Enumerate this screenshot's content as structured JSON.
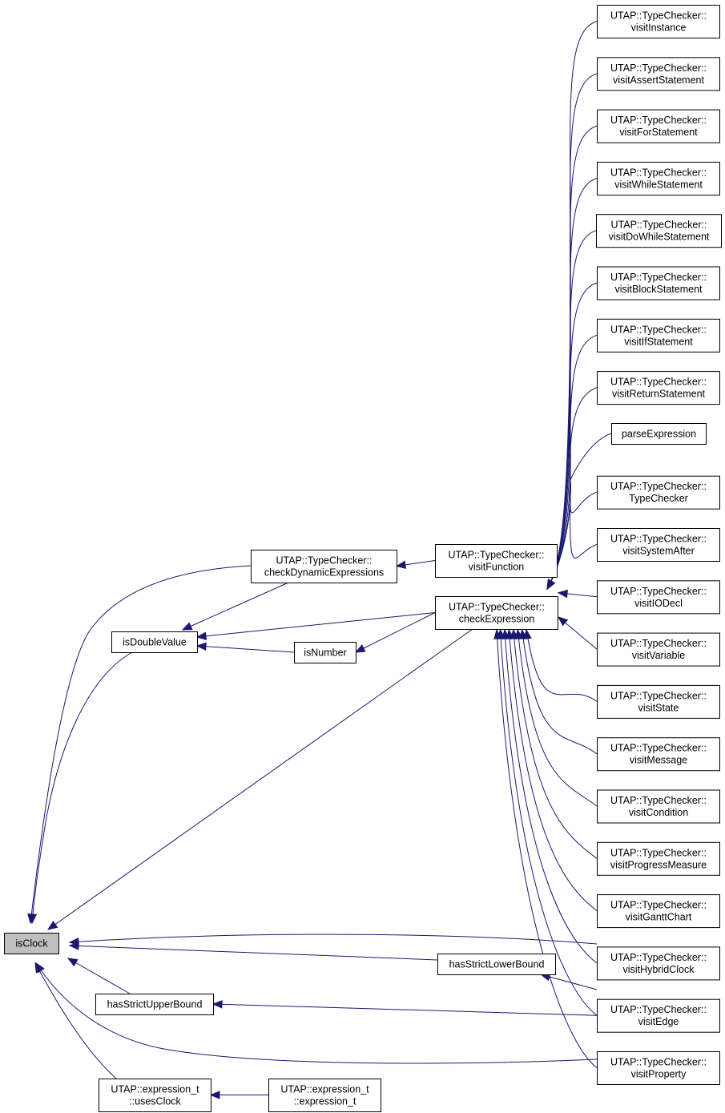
{
  "graph": {
    "edge_color": "#191970",
    "current_node_color": "#bfbfbf",
    "nodes": [
      {
        "id": "isClock",
        "lines": [
          "isClock"
        ],
        "current": true
      },
      {
        "id": "checkDynamicExpressions",
        "lines": [
          "UTAP::TypeChecker::",
          "checkDynamicExpressions"
        ]
      },
      {
        "id": "isDoubleValue",
        "lines": [
          "isDoubleValue"
        ]
      },
      {
        "id": "checkExpression",
        "lines": [
          "UTAP::TypeChecker::",
          "checkExpression"
        ]
      },
      {
        "id": "hasStrictUpperBound",
        "lines": [
          "hasStrictUpperBound"
        ]
      },
      {
        "id": "hasStrictLowerBound",
        "lines": [
          "hasStrictLowerBound"
        ]
      },
      {
        "id": "usesClock",
        "lines": [
          "UTAP::expression_t",
          "::usesClock"
        ]
      },
      {
        "id": "expression_t",
        "lines": [
          "UTAP::expression_t",
          "::expression_t"
        ]
      },
      {
        "id": "isNumber",
        "lines": [
          "isNumber"
        ]
      },
      {
        "id": "visitFunction",
        "lines": [
          "UTAP::TypeChecker::",
          "visitFunction"
        ]
      },
      {
        "id": "visitInstance",
        "lines": [
          "UTAP::TypeChecker::",
          "visitInstance"
        ]
      },
      {
        "id": "visitAssertStatement",
        "lines": [
          "UTAP::TypeChecker::",
          "visitAssertStatement"
        ]
      },
      {
        "id": "visitForStatement",
        "lines": [
          "UTAP::TypeChecker::",
          "visitForStatement"
        ]
      },
      {
        "id": "visitWhileStatement",
        "lines": [
          "UTAP::TypeChecker::",
          "visitWhileStatement"
        ]
      },
      {
        "id": "visitDoWhileStatement",
        "lines": [
          "UTAP::TypeChecker::",
          "visitDoWhileStatement"
        ]
      },
      {
        "id": "visitBlockStatement",
        "lines": [
          "UTAP::TypeChecker::",
          "visitBlockStatement"
        ]
      },
      {
        "id": "visitIfStatement",
        "lines": [
          "UTAP::TypeChecker::",
          "visitIfStatement"
        ]
      },
      {
        "id": "visitReturnStatement",
        "lines": [
          "UTAP::TypeChecker::",
          "visitReturnStatement"
        ]
      },
      {
        "id": "parseExpression",
        "lines": [
          "parseExpression"
        ]
      },
      {
        "id": "TypeChecker",
        "lines": [
          "UTAP::TypeChecker::",
          "TypeChecker"
        ]
      },
      {
        "id": "visitSystemAfter",
        "lines": [
          "UTAP::TypeChecker::",
          "visitSystemAfter"
        ]
      },
      {
        "id": "visitIODecl",
        "lines": [
          "UTAP::TypeChecker::",
          "visitIODecl"
        ]
      },
      {
        "id": "visitVariable",
        "lines": [
          "UTAP::TypeChecker::",
          "visitVariable"
        ]
      },
      {
        "id": "visitState",
        "lines": [
          "UTAP::TypeChecker::",
          "visitState"
        ]
      },
      {
        "id": "visitMessage",
        "lines": [
          "UTAP::TypeChecker::",
          "visitMessage"
        ]
      },
      {
        "id": "visitCondition",
        "lines": [
          "UTAP::TypeChecker::",
          "visitCondition"
        ]
      },
      {
        "id": "visitProgressMeasure",
        "lines": [
          "UTAP::TypeChecker::",
          "visitProgressMeasure"
        ]
      },
      {
        "id": "visitGanttChart",
        "lines": [
          "UTAP::TypeChecker::",
          "visitGanttChart"
        ]
      },
      {
        "id": "visitHybridClock",
        "lines": [
          "UTAP::TypeChecker::",
          "visitHybridClock"
        ]
      },
      {
        "id": "visitEdge",
        "lines": [
          "UTAP::TypeChecker::",
          "visitEdge"
        ]
      },
      {
        "id": "visitProperty",
        "lines": [
          "UTAP::TypeChecker::",
          "visitProperty"
        ]
      }
    ],
    "edges": [
      {
        "from": "checkDynamicExpressions",
        "to": "isClock"
      },
      {
        "from": "isDoubleValue",
        "to": "isClock"
      },
      {
        "from": "checkExpression",
        "to": "isClock"
      },
      {
        "from": "visitHybridClock",
        "to": "isClock"
      },
      {
        "from": "hasStrictLowerBound",
        "to": "isClock"
      },
      {
        "from": "hasStrictUpperBound",
        "to": "isClock"
      },
      {
        "from": "visitProperty",
        "to": "isClock"
      },
      {
        "from": "usesClock",
        "to": "isClock"
      },
      {
        "from": "checkDynamicExpressions",
        "to": "isDoubleValue"
      },
      {
        "from": "checkExpression",
        "to": "isDoubleValue"
      },
      {
        "from": "isNumber",
        "to": "isDoubleValue"
      },
      {
        "from": "checkExpression",
        "to": "isNumber"
      },
      {
        "from": "visitFunction",
        "to": "checkDynamicExpressions"
      },
      {
        "from": "expression_t",
        "to": "usesClock"
      },
      {
        "from": "visitEdge",
        "to": "hasStrictUpperBound"
      },
      {
        "from": "visitEdge",
        "to": "hasStrictLowerBound"
      },
      {
        "from": "visitInstance",
        "to": "checkExpression"
      },
      {
        "from": "visitAssertStatement",
        "to": "checkExpression"
      },
      {
        "from": "visitForStatement",
        "to": "checkExpression"
      },
      {
        "from": "visitWhileStatement",
        "to": "checkExpression"
      },
      {
        "from": "visitDoWhileStatement",
        "to": "checkExpression"
      },
      {
        "from": "visitBlockStatement",
        "to": "checkExpression"
      },
      {
        "from": "visitIfStatement",
        "to": "checkExpression"
      },
      {
        "from": "visitReturnStatement",
        "to": "checkExpression"
      },
      {
        "from": "parseExpression",
        "to": "checkExpression"
      },
      {
        "from": "TypeChecker",
        "to": "checkExpression"
      },
      {
        "from": "visitSystemAfter",
        "to": "checkExpression"
      },
      {
        "from": "visitIODecl",
        "to": "checkExpression"
      },
      {
        "from": "visitVariable",
        "to": "checkExpression"
      },
      {
        "from": "visitState",
        "to": "checkExpression"
      },
      {
        "from": "visitMessage",
        "to": "checkExpression"
      },
      {
        "from": "visitCondition",
        "to": "checkExpression"
      },
      {
        "from": "visitProgressMeasure",
        "to": "checkExpression"
      },
      {
        "from": "visitGanttChart",
        "to": "checkExpression"
      },
      {
        "from": "visitHybridClock",
        "to": "checkExpression"
      },
      {
        "from": "visitEdge",
        "to": "checkExpression"
      },
      {
        "from": "visitProperty",
        "to": "checkExpression"
      }
    ]
  }
}
